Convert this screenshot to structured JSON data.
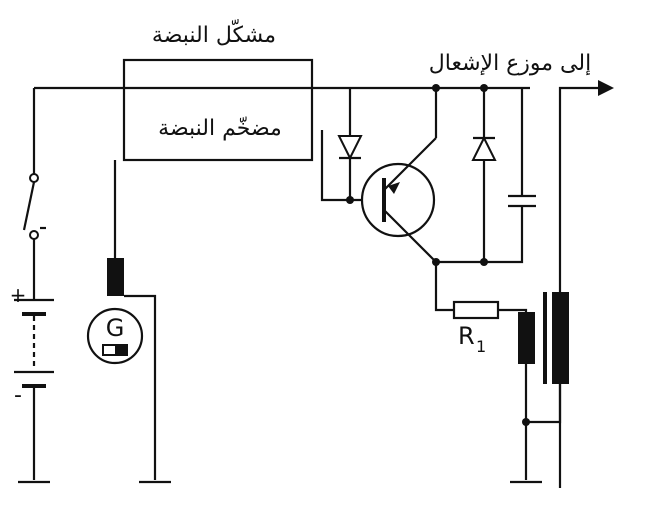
{
  "labels": {
    "pulse_shaper": "مشكّل النبضة",
    "pulse_amplifier": "مضخّم النبضة",
    "to_distributor": "إلى موزع الإشعال",
    "generator": "G",
    "resistor_main": "R",
    "resistor_sub": "1",
    "battery_plus": "+",
    "battery_minus": "-"
  },
  "colors": {
    "ink": "#111111",
    "background": "#ffffff"
  }
}
